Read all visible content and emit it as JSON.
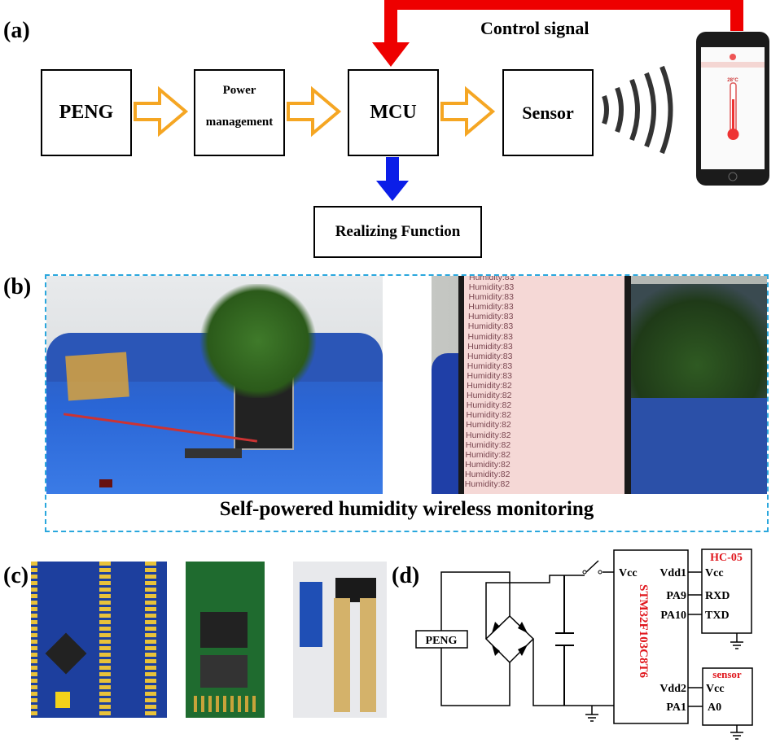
{
  "panel_labels": {
    "a": "(a)",
    "b": "(b)",
    "c": "(c)",
    "d": "(d)"
  },
  "block_diagram": {
    "blocks": [
      "PENG",
      "Power management",
      "MCU",
      "Sensor"
    ],
    "power_line1": "Power",
    "power_line2": "management",
    "output_block": "Realizing Function",
    "control_signal": "Control signal",
    "colors": {
      "flow_arrow": "#f5a623",
      "control_arrow": "#ee0000",
      "output_arrow": "#0b1ee8"
    }
  },
  "phone_app": {
    "temperature": "28°C"
  },
  "panel_b": {
    "caption": "Self-powered humidity wireless monitoring",
    "border_color": "#2aa7dd",
    "readings": [
      "Humidity:83",
      "Humidity:83",
      "Humidity:83",
      "Humidity:83",
      "Humidity:83",
      "Humidity:83",
      "Humidity:83",
      "Humidity:83",
      "Humidity:83",
      "Humidity:83",
      "Humidity:83",
      "Humidity:82",
      "Humidity:82",
      "Humidity:82",
      "Humidity:82",
      "Humidity:82",
      "Humidity:82",
      "Humidity:82",
      "Humidity:82",
      "Humidity:82",
      "Humidity:82",
      "Humidity:82"
    ]
  },
  "circuit": {
    "source": "PENG",
    "mcu": "STM32F103C8T6",
    "mcu_pins": {
      "vcc": "Vcc",
      "vdd1": "Vdd1",
      "pa9": "PA9",
      "pa10": "PA10",
      "vdd2": "Vdd2",
      "pa1": "PA1"
    },
    "bluetooth": {
      "name": "HC-05",
      "pins": [
        "Vcc",
        "RXD",
        "TXD"
      ]
    },
    "sensor": {
      "name": "sensor",
      "pins": [
        "Vcc",
        "A0"
      ]
    },
    "label_color": "#e0161c"
  }
}
